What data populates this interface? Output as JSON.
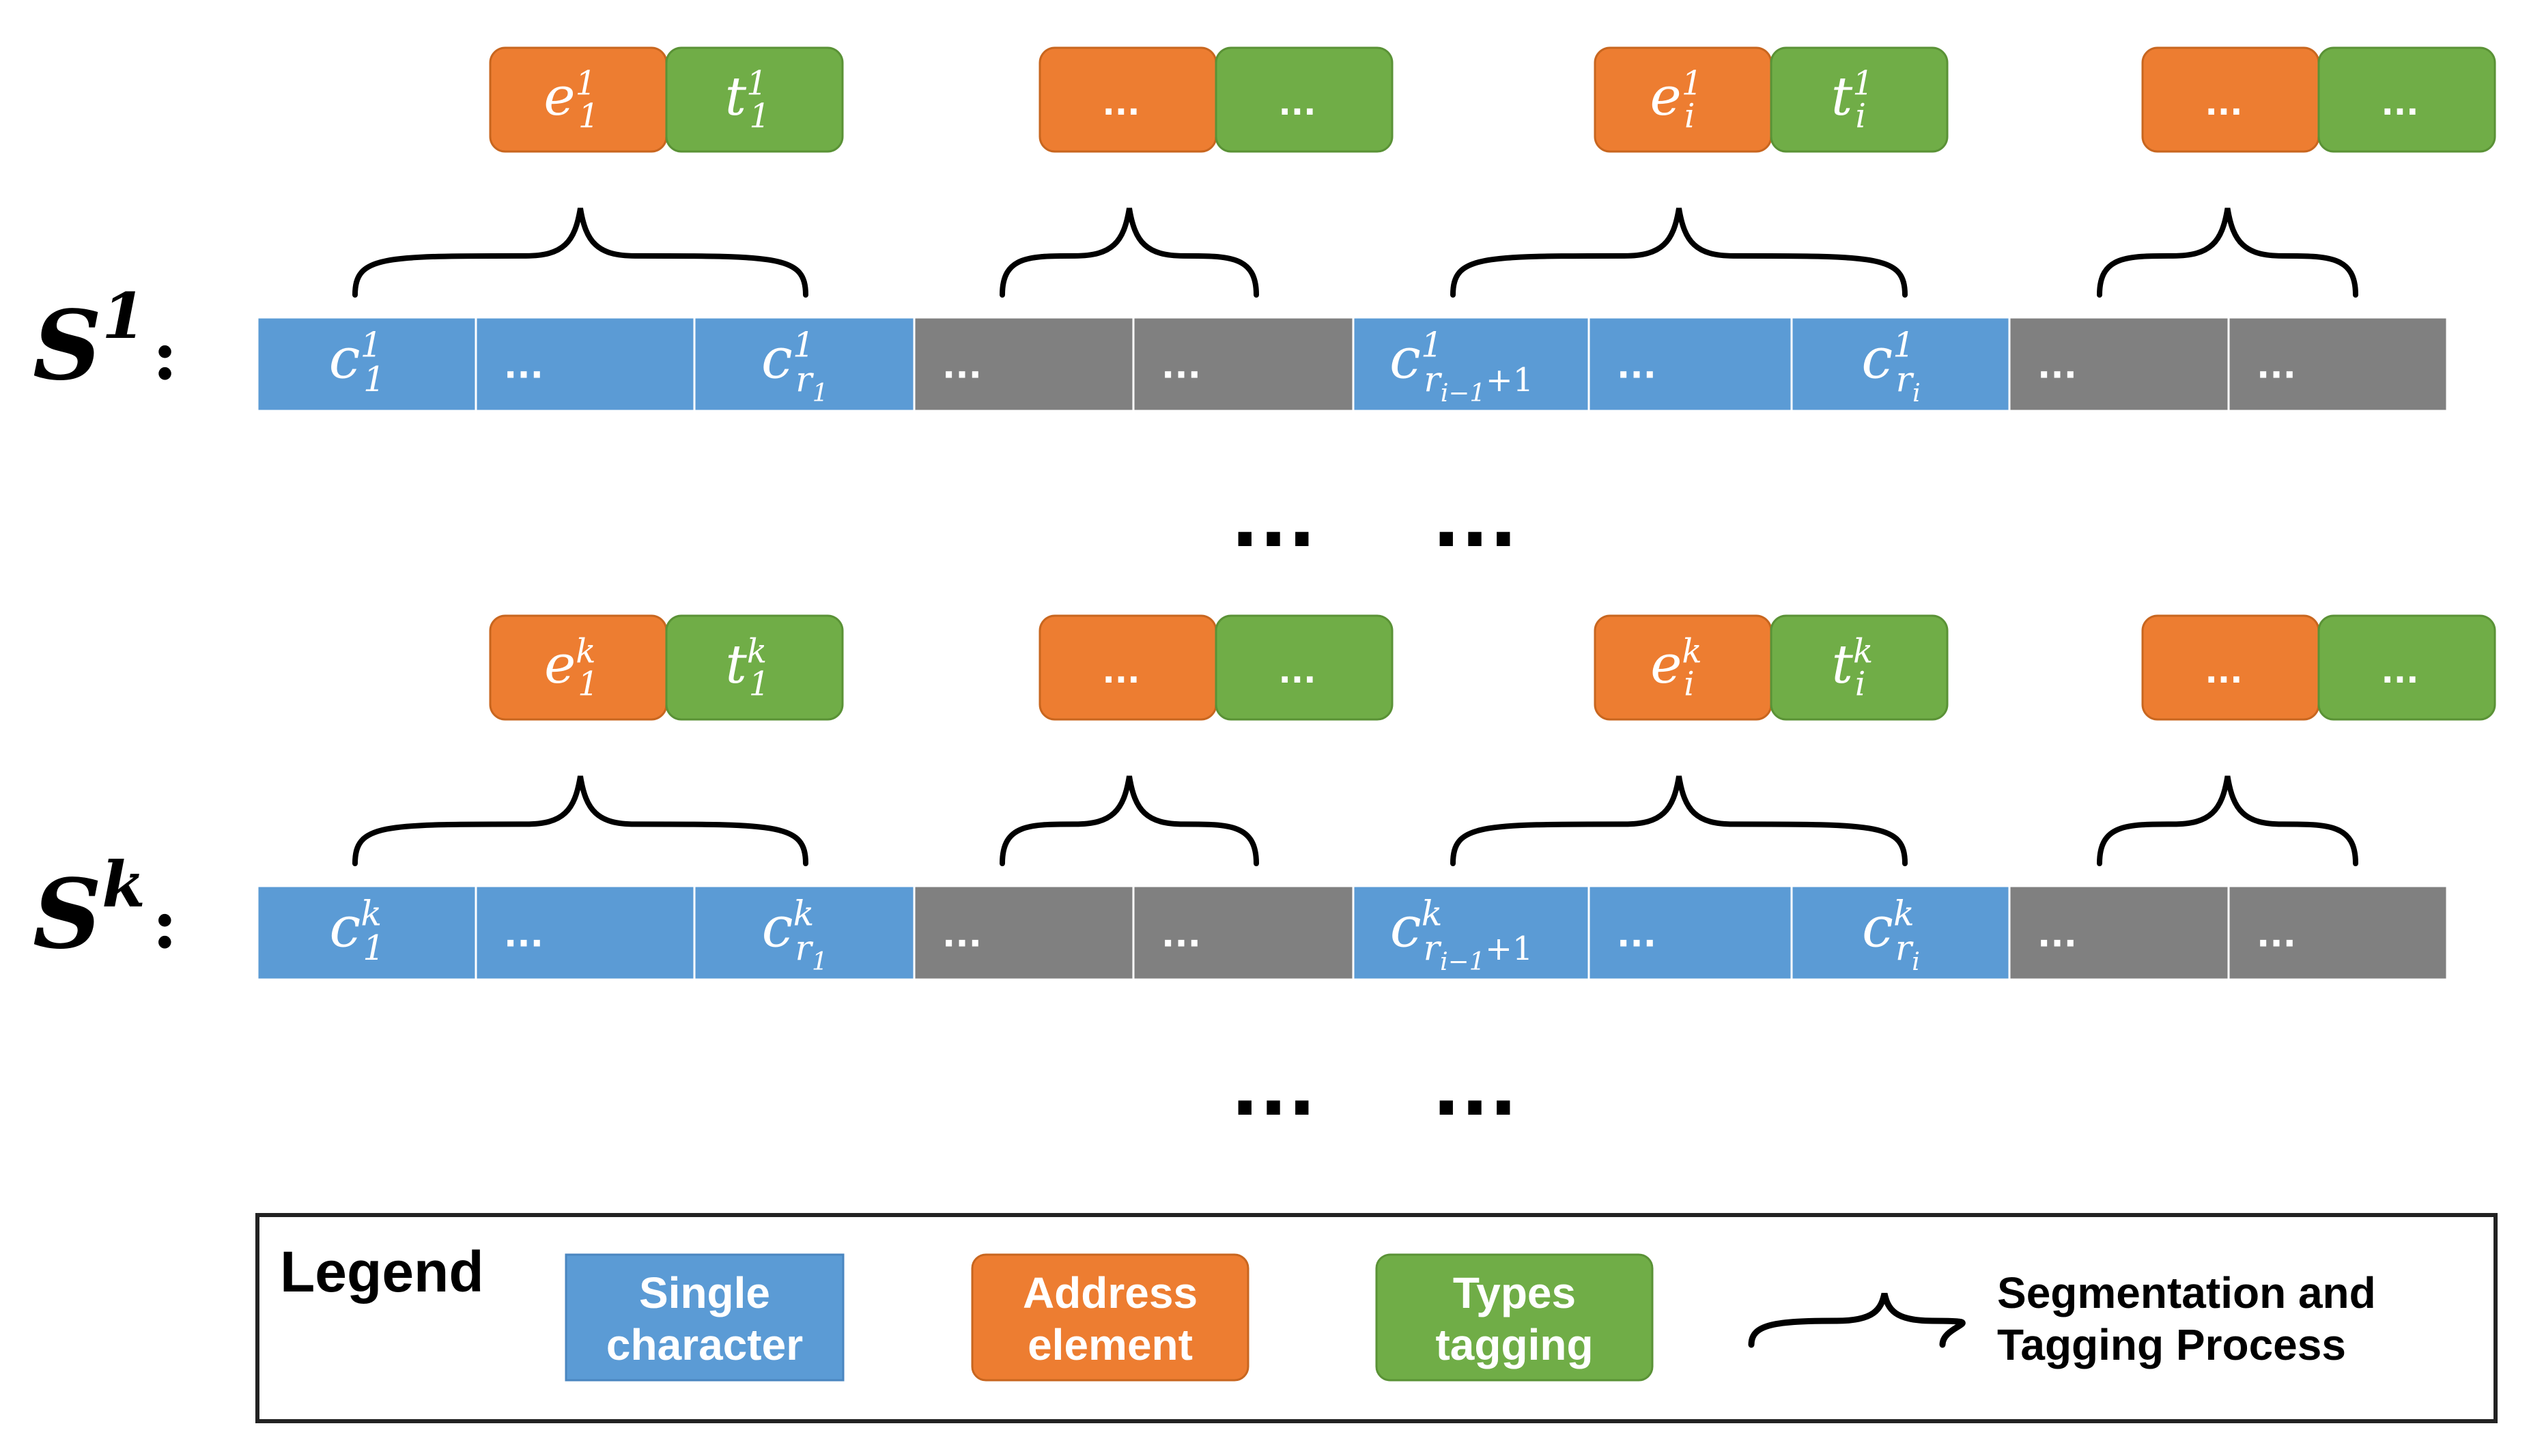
{
  "colors": {
    "single_character": "#5b9bd5",
    "other_cell": "#808080",
    "address_element": "#ed7d31",
    "types_tagging": "#70ad47",
    "cell_text": "#ffffff",
    "brace": "#000000",
    "legend_border": "#222222"
  },
  "ellipsis": "...",
  "rows": [
    {
      "label": {
        "base": "S",
        "sup": "1",
        "colon": ":"
      },
      "tag_pairs": [
        {
          "e": {
            "base": "e",
            "sup": "1",
            "sub": "1"
          },
          "t": {
            "base": "t",
            "sup": "1",
            "sub": "1"
          }
        },
        {
          "e": {
            "text": "..."
          },
          "t": {
            "text": "..."
          }
        },
        {
          "e": {
            "base": "e",
            "sup": "1",
            "sub": "i"
          },
          "t": {
            "base": "t",
            "sup": "1",
            "sub": "i"
          }
        },
        {
          "e": {
            "text": "..."
          },
          "t": {
            "text": "..."
          }
        }
      ],
      "cells": [
        {
          "kind": "single_character",
          "base": "c",
          "sup": "1",
          "sub": "1"
        },
        {
          "kind": "single_character",
          "text": "..."
        },
        {
          "kind": "single_character",
          "base": "c",
          "sup": "1",
          "sub": "r",
          "sub2": "1"
        },
        {
          "kind": "other_cell",
          "text": "..."
        },
        {
          "kind": "other_cell",
          "text": "..."
        },
        {
          "kind": "single_character",
          "base": "c",
          "sup": "1",
          "sub": "r",
          "sub2": "i−1",
          "tail": "+1"
        },
        {
          "kind": "single_character",
          "text": "..."
        },
        {
          "kind": "single_character",
          "base": "c",
          "sup": "1",
          "sub": "r",
          "sub2": "i"
        },
        {
          "kind": "other_cell",
          "text": "..."
        },
        {
          "kind": "other_cell",
          "text": "..."
        }
      ]
    },
    {
      "label": {
        "base": "S",
        "sup": "k",
        "colon": ":"
      },
      "tag_pairs": [
        {
          "e": {
            "base": "e",
            "sup": "k",
            "sub": "1"
          },
          "t": {
            "base": "t",
            "sup": "k",
            "sub": "1"
          }
        },
        {
          "e": {
            "text": "..."
          },
          "t": {
            "text": "..."
          }
        },
        {
          "e": {
            "base": "e",
            "sup": "k",
            "sub": "i"
          },
          "t": {
            "base": "t",
            "sup": "k",
            "sub": "i"
          }
        },
        {
          "e": {
            "text": "..."
          },
          "t": {
            "text": "..."
          }
        }
      ],
      "cells": [
        {
          "kind": "single_character",
          "base": "c",
          "sup": "k",
          "sub": "1"
        },
        {
          "kind": "single_character",
          "text": "..."
        },
        {
          "kind": "single_character",
          "base": "c",
          "sup": "k",
          "sub": "r",
          "sub2": "1"
        },
        {
          "kind": "other_cell",
          "text": "..."
        },
        {
          "kind": "other_cell",
          "text": "..."
        },
        {
          "kind": "single_character",
          "base": "c",
          "sup": "k",
          "sub": "r",
          "sub2": "i−1",
          "tail": "+1"
        },
        {
          "kind": "single_character",
          "text": "..."
        },
        {
          "kind": "single_character",
          "base": "c",
          "sup": "k",
          "sub": "r",
          "sub2": "i"
        },
        {
          "kind": "other_cell",
          "text": "..."
        },
        {
          "kind": "other_cell",
          "text": "..."
        }
      ]
    }
  ],
  "legend": {
    "title": "Legend",
    "items": [
      {
        "kind": "single_character",
        "label_line1": "Single",
        "label_line2": "character"
      },
      {
        "kind": "address_element",
        "label_line1": "Address",
        "label_line2": "element"
      },
      {
        "kind": "types_tagging",
        "label_line1": "Types",
        "label_line2": "tagging"
      }
    ],
    "brace_label_line1": "Segmentation and",
    "brace_label_line2": "Tagging Process"
  }
}
